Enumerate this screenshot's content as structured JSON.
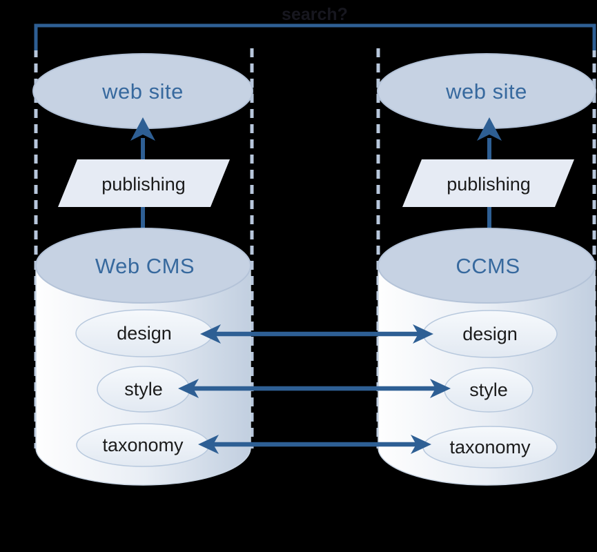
{
  "diagram": {
    "title": "search?",
    "groups": [
      {
        "site_label": "web site",
        "process_label": "publishing",
        "system_label": "Web CMS",
        "assets": [
          "design",
          "style",
          "taxonomy"
        ]
      },
      {
        "site_label": "web site",
        "process_label": "publishing",
        "system_label": "CCMS",
        "assets": [
          "design",
          "style",
          "taxonomy"
        ]
      }
    ],
    "colors": {
      "background": "#000000",
      "accent_blue": "#2e5f94",
      "text_blue": "#37699e",
      "shape_fill": "#c6d2e3",
      "dashed_line": "#b8c7dc",
      "parallelogram_fill": "#e6ebf4",
      "inner_ellipse_fill": "#eef2f8",
      "dark_text": "#1b1b1b",
      "title_text": "#17171f"
    }
  }
}
